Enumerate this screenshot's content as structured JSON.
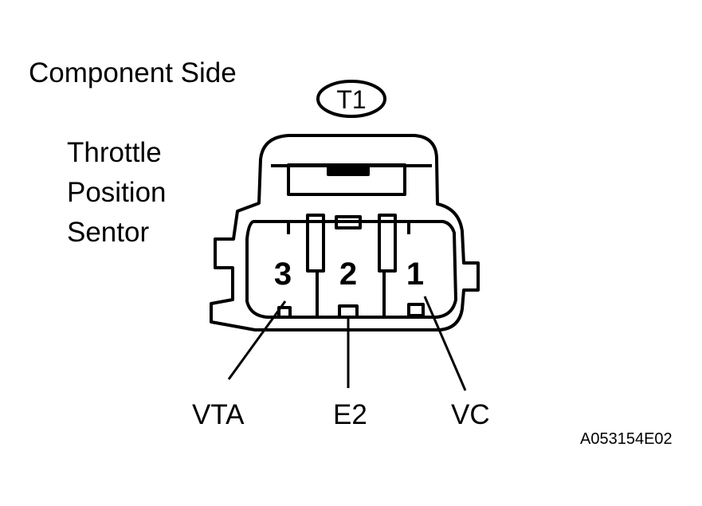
{
  "title": "Component Side",
  "connector": {
    "id": "T1",
    "name_lines": [
      "Throttle",
      "Position",
      "Sentor"
    ]
  },
  "pins": [
    {
      "number": "3",
      "signal": "VTA"
    },
    {
      "number": "2",
      "signal": "E2"
    },
    {
      "number": "1",
      "signal": "VC"
    }
  ],
  "part_code": "A053154E02",
  "colors": {
    "line": "#000000",
    "background": "#ffffff"
  }
}
